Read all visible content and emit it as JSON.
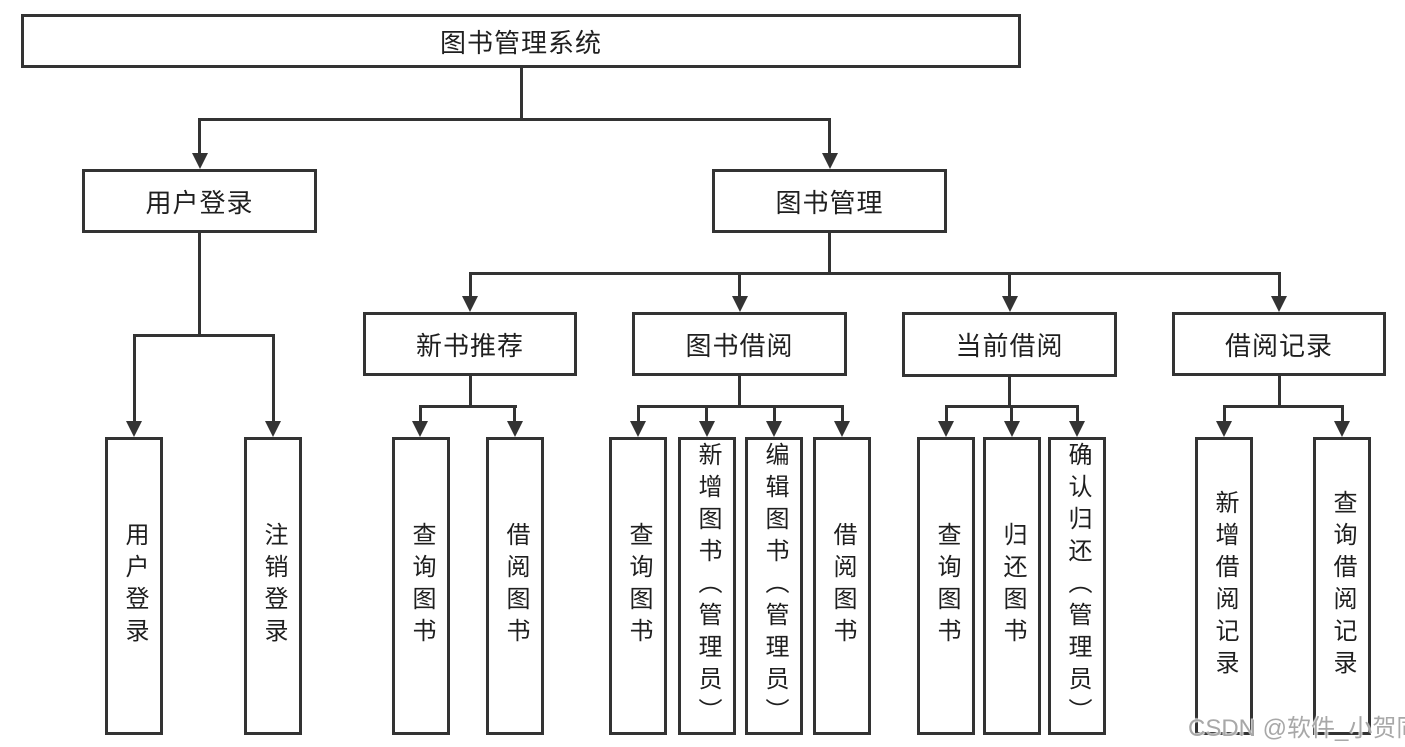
{
  "tree": {
    "root": {
      "label": "图书管理系统"
    },
    "branches": [
      {
        "label": "用户登录",
        "children": [
          {
            "label": "用户登录"
          },
          {
            "label": "注销登录"
          }
        ]
      },
      {
        "label": "图书管理",
        "children": [
          {
            "label": "新书推荐",
            "children": [
              {
                "label": "查询图书"
              },
              {
                "label": "借阅图书"
              }
            ]
          },
          {
            "label": "图书借阅",
            "children": [
              {
                "label": "查询图书"
              },
              {
                "label": "新增图书（管理员）"
              },
              {
                "label": "编辑图书（管理员）"
              },
              {
                "label": "借阅图书"
              }
            ]
          },
          {
            "label": "当前借阅",
            "children": [
              {
                "label": "查询图书"
              },
              {
                "label": "归还图书"
              },
              {
                "label": "确认归还（管理员）"
              }
            ]
          },
          {
            "label": "借阅记录",
            "children": [
              {
                "label": "新增借阅记录"
              },
              {
                "label": "查询借阅记录"
              }
            ]
          }
        ]
      }
    ]
  },
  "watermark": {
    "text": "CSDN @软件_小贺同学"
  },
  "colors": {
    "line": "#333333",
    "text": "#1f1f1f",
    "watermark": "#a8a8a8",
    "background": "#ffffff"
  }
}
